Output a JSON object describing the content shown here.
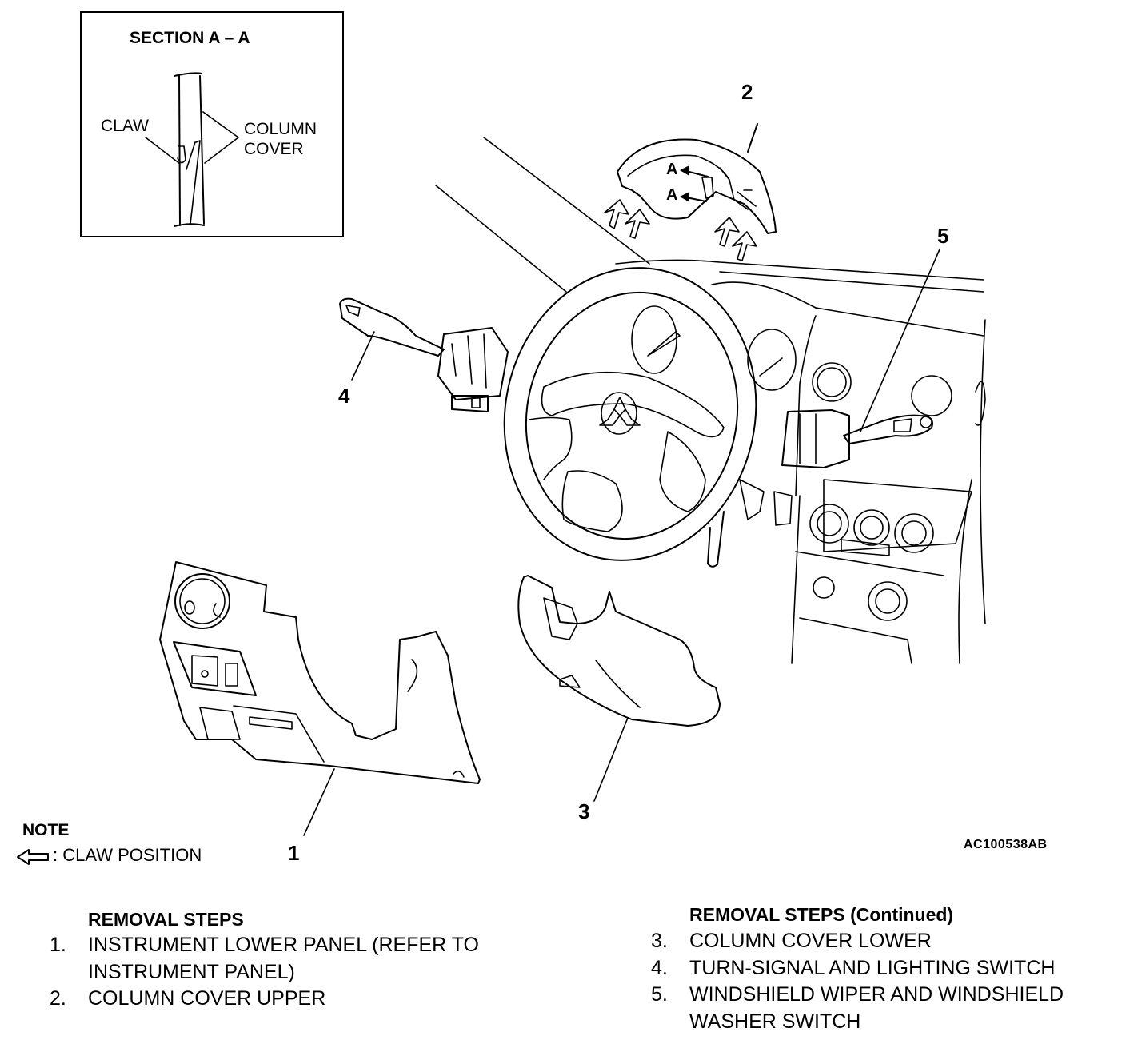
{
  "section_view": {
    "title": "SECTION A – A",
    "claw_label": "CLAW",
    "column_cover_label_line1": "COLUMN",
    "column_cover_label_line2": "COVER"
  },
  "section_markers": {
    "upper": "A",
    "lower": "A"
  },
  "callouts": {
    "c1": "1",
    "c2": "2",
    "c3": "3",
    "c4": "4",
    "c5": "5"
  },
  "note": {
    "title": "NOTE",
    "icon": "hollow-left-arrow-icon",
    "text": ": CLAW POSITION"
  },
  "figure_id": "AC100538AB",
  "removal_steps_left": {
    "title": "REMOVAL STEPS",
    "items": [
      {
        "num": "1.",
        "line1": "INSTRUMENT LOWER PANEL (REFER TO",
        "line2": "INSTRUMENT PANEL)"
      },
      {
        "num": "2.",
        "line1": "COLUMN COVER UPPER",
        "line2": ""
      }
    ]
  },
  "removal_steps_right": {
    "title": "REMOVAL STEPS (Continued)",
    "items": [
      {
        "num": "3.",
        "line1": "COLUMN COVER LOWER",
        "line2": ""
      },
      {
        "num": "4.",
        "line1": "TURN-SIGNAL AND LIGHTING SWITCH",
        "line2": ""
      },
      {
        "num": "5.",
        "line1": "WINDSHIELD WIPER AND WINDSHIELD",
        "line2": "WASHER SWITCH"
      }
    ]
  }
}
